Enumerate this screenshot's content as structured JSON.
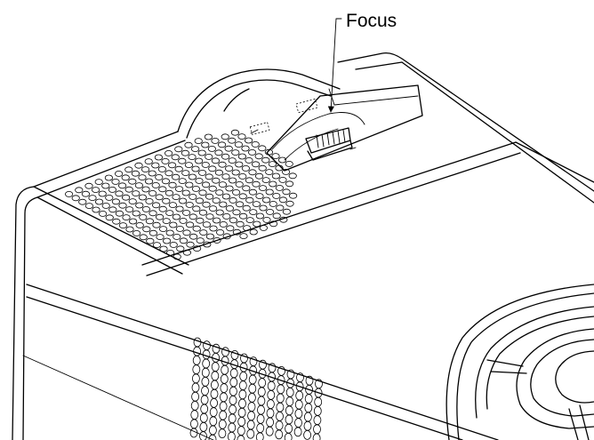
{
  "callout": {
    "label": "Focus"
  },
  "colors": {
    "line": "#000000",
    "background": "#ffffff"
  },
  "icons": [
    "focus-ring-icon-near",
    "focus-ring-icon-far",
    "arrow-icon"
  ]
}
